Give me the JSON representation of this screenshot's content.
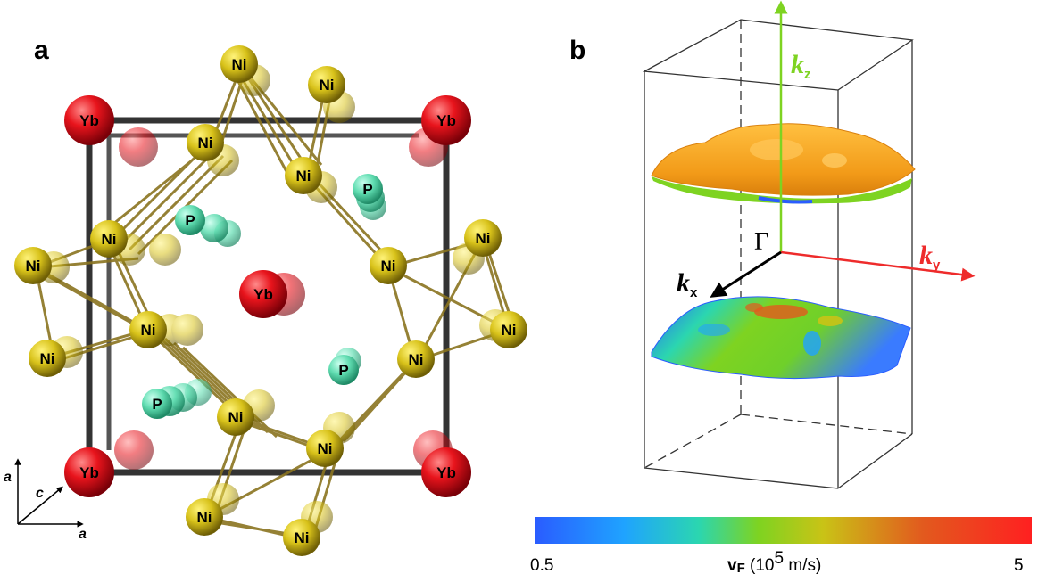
{
  "panels": {
    "a": "a",
    "b": "b"
  },
  "atoms": {
    "yb": "Yb",
    "ni": "Ni",
    "p": "P"
  },
  "crystal_axes": {
    "vertical": "a",
    "depth": "c",
    "horizontal": "a"
  },
  "k_axes": {
    "kz": {
      "k": "k",
      "sub": "z",
      "color": "#7ed321"
    },
    "ky": {
      "k": "k",
      "sub": "y",
      "color": "#ee2b2b"
    },
    "kx": {
      "k": "k",
      "sub": "x",
      "color": "#000000"
    }
  },
  "gamma": "Γ",
  "colorbar": {
    "min_label": "0.5",
    "max_label": "5",
    "title_v": "v",
    "title_sub": "F",
    "title_rest": " (10",
    "title_exp": "5",
    "title_unit": " m/s)",
    "colors": [
      "#2a5cff",
      "#1fa3ff",
      "#2bd6b0",
      "#7ed321",
      "#c9c316",
      "#e25a1e",
      "#ff2020"
    ]
  },
  "colors": {
    "yb": "#e8141c",
    "ni": "#d8c21a",
    "p": "#5fdcb0",
    "bond": "#8a7420",
    "frame": "#333333",
    "upper_sheet": "#f2a21e"
  }
}
